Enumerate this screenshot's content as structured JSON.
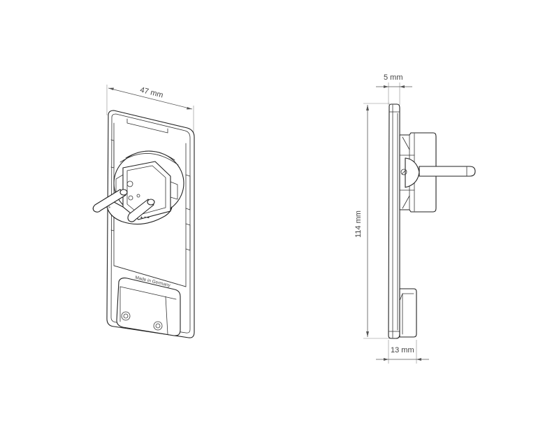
{
  "drawing": {
    "dimensions": {
      "width": "47 mm",
      "depth_top": "5 mm",
      "height": "114 mm",
      "depth_bottom": "13 mm"
    },
    "labels": {
      "made_in": "Made in Germany"
    }
  }
}
